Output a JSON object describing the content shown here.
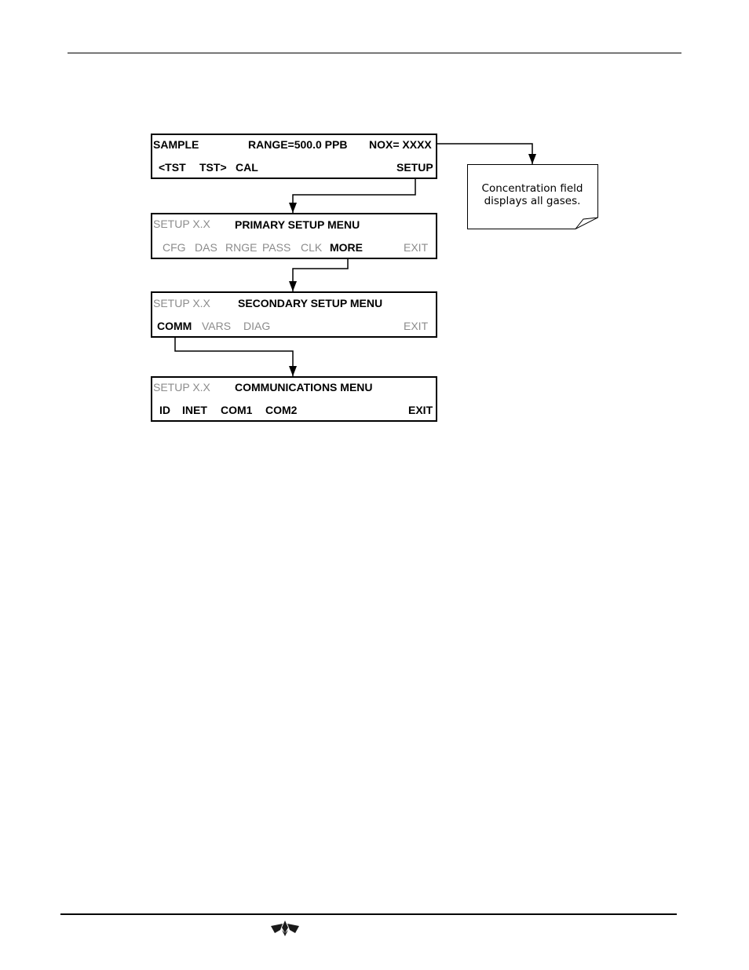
{
  "panels": {
    "sample": {
      "mode": "SAMPLE",
      "range": "RANGE=500.0 PPB",
      "concentration": "NOX= XXXX",
      "buttons": [
        "<TST",
        "TST>",
        "CAL",
        "SETUP"
      ]
    },
    "primary": {
      "mode": "SETUP X.X",
      "title": "PRIMARY SETUP MENU",
      "buttons": [
        "CFG",
        "DAS",
        "RNGE",
        "PASS",
        "CLK",
        "MORE",
        "EXIT"
      ]
    },
    "secondary": {
      "mode": "SETUP X.X",
      "title": "SECONDARY SETUP MENU",
      "buttons": [
        "COMM",
        "VARS",
        "DIAG",
        "EXIT"
      ]
    },
    "communications": {
      "mode": "SETUP X.X",
      "title": "COMMUNICATIONS MENU",
      "buttons": [
        "ID",
        "INET",
        "COM1",
        "COM2",
        "EXIT"
      ]
    }
  },
  "note": {
    "line1": "Concentration field",
    "line2": "displays all gases."
  },
  "colors": {
    "active_text": "#000000",
    "inactive_text": "#8c8c8c",
    "line": "#000000"
  },
  "icons": {
    "footer_logo": "teledyne-logo"
  }
}
